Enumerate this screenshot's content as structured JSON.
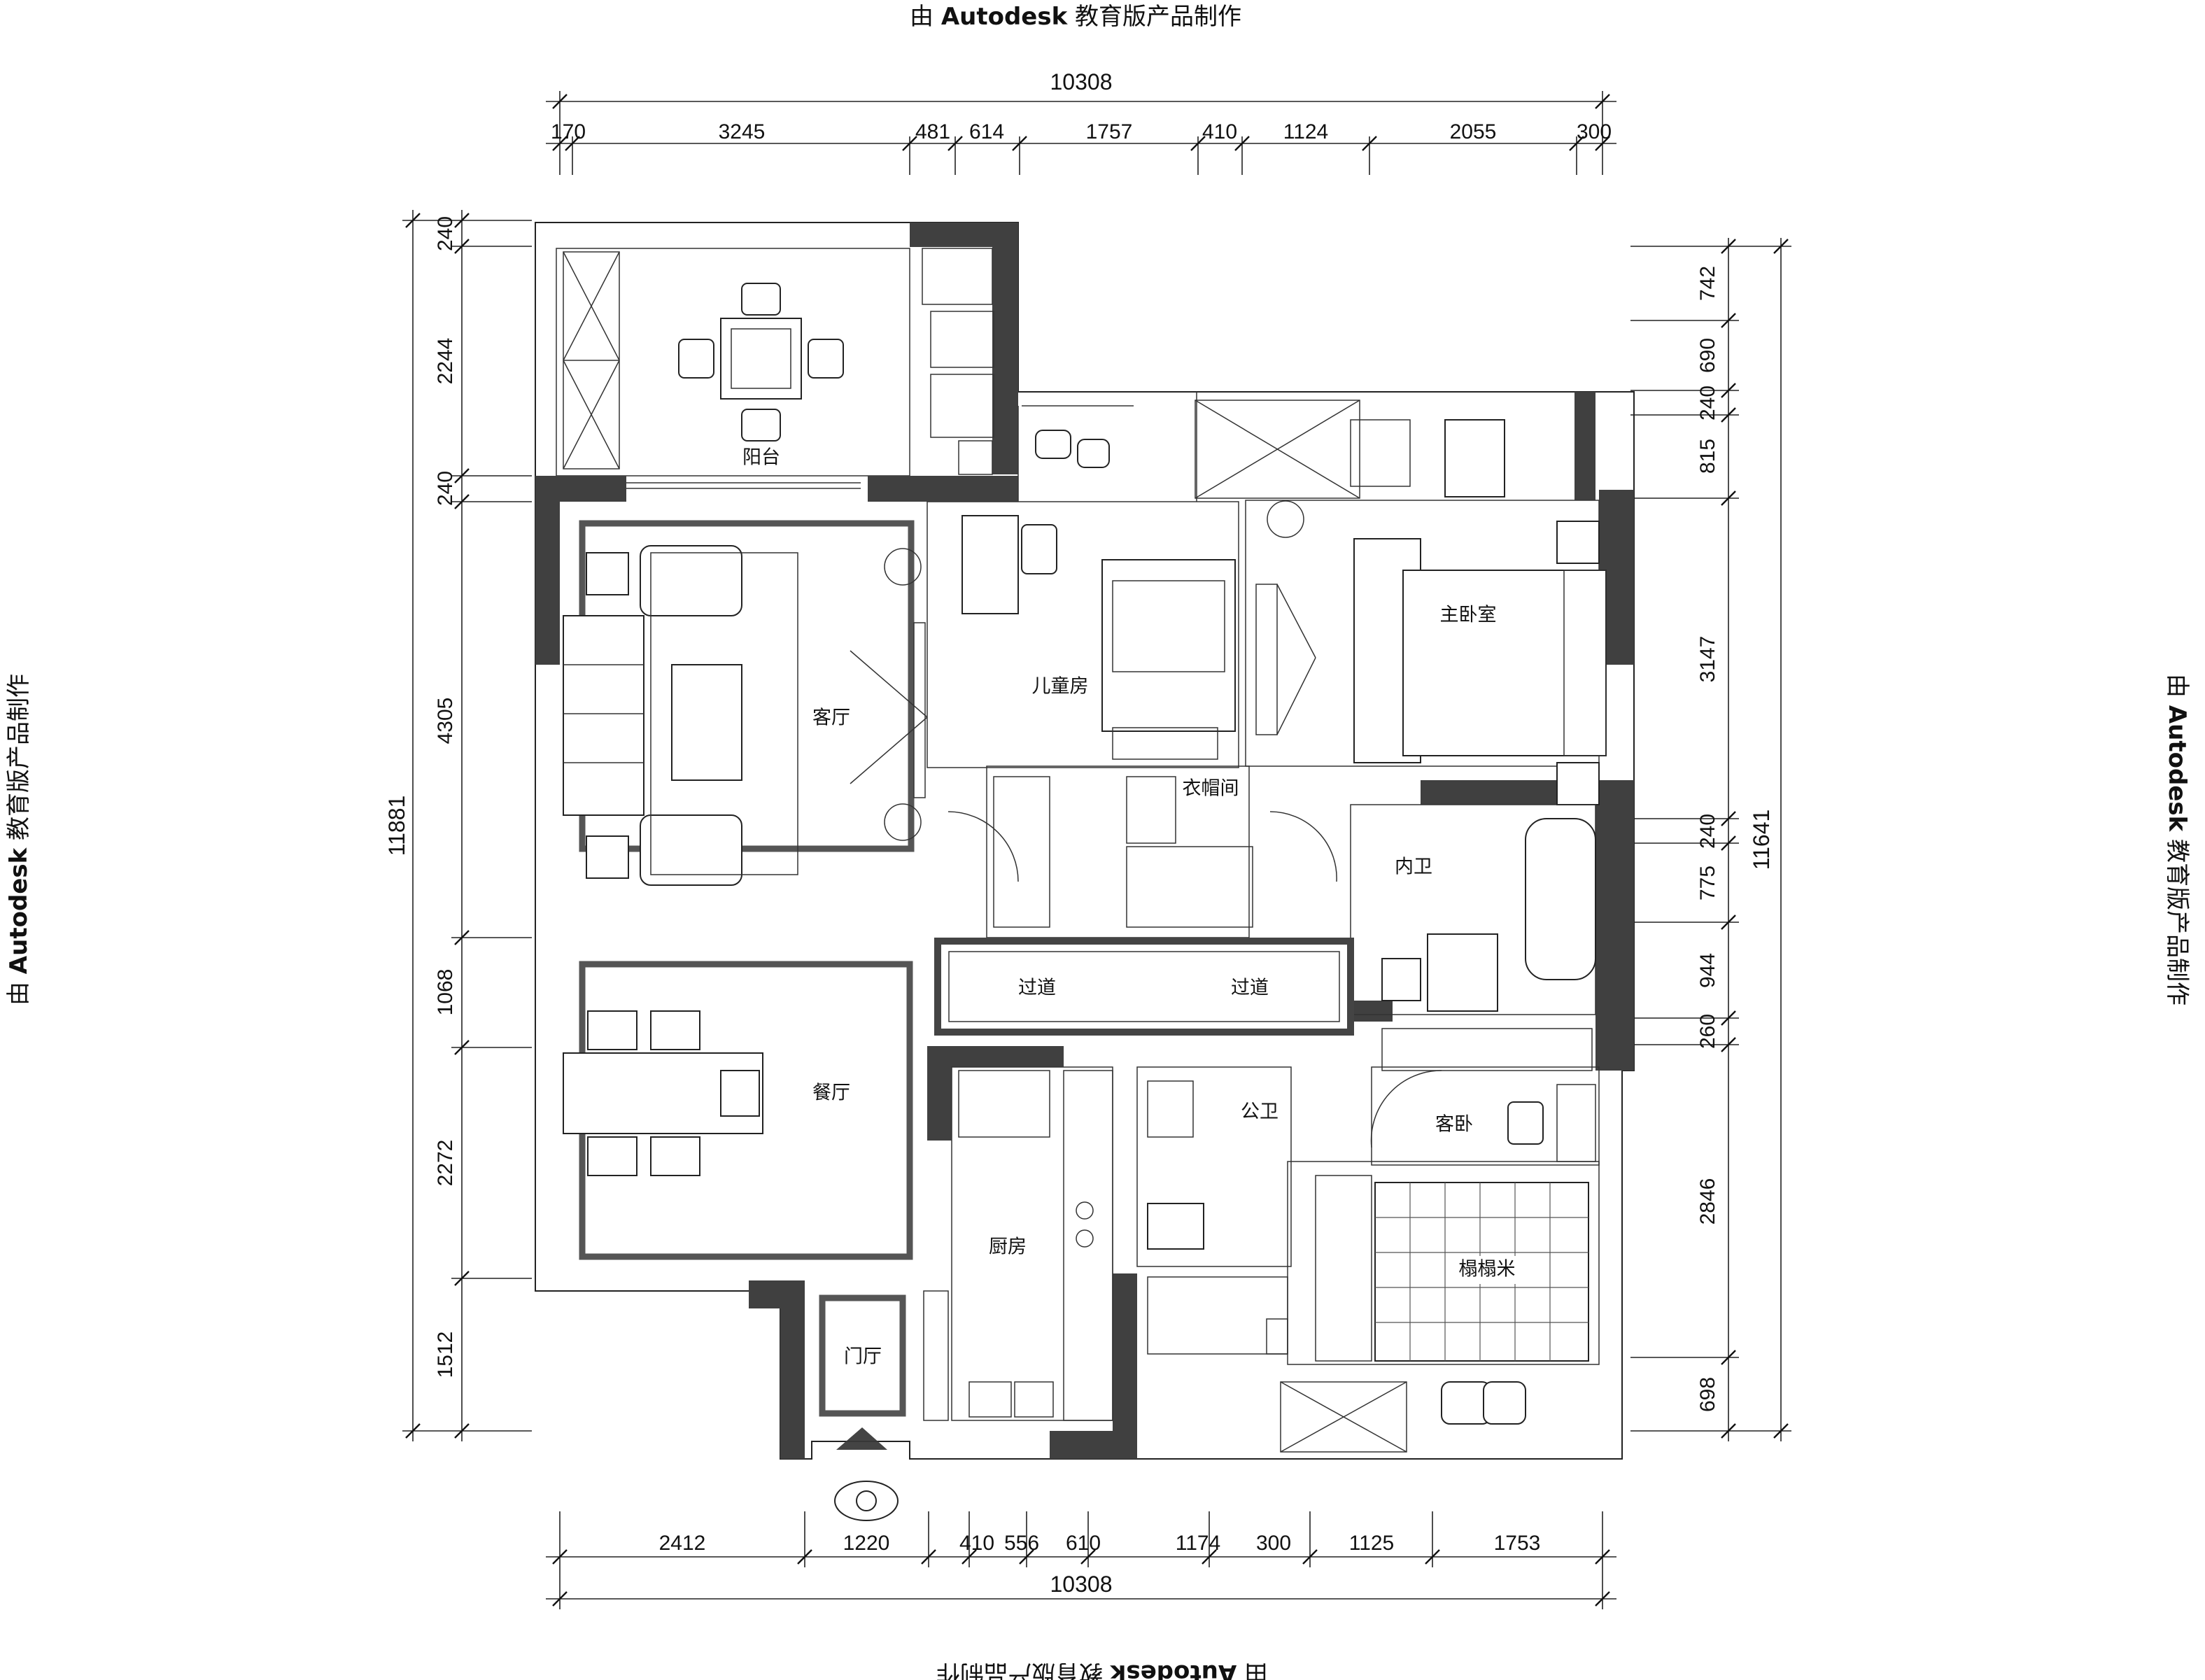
{
  "watermark": {
    "prefix": "由 ",
    "brand": "Autodesk",
    "suffix": " 教育版产品制作"
  },
  "rooms": {
    "balcony": "阳台",
    "living_room": "客厅",
    "kids_room": "儿童房",
    "cloakroom": "衣帽间",
    "master_bedroom": "主卧室",
    "ensuite_bath": "内卫",
    "corridor_1": "过道",
    "corridor_2": "过道",
    "dining_room": "餐厅",
    "public_bath": "公卫",
    "guest_room": "客卧",
    "kitchen": "厨房",
    "tatami": "榻榻米",
    "foyer": "门厅"
  },
  "dimensions": {
    "top_total": "10308",
    "top_segments": [
      "170",
      "3245",
      "481",
      "614",
      "1757",
      "410",
      "1124",
      "2055",
      "300"
    ],
    "bottom_total": "10308",
    "bottom_segments": [
      "2412",
      "1220",
      "410",
      "556",
      "610",
      "1174",
      "300",
      "1125",
      "1753"
    ],
    "left_total": "11881",
    "left_segments": [
      "240",
      "2244",
      "240",
      "4305",
      "1068",
      "2272",
      "1512"
    ],
    "right_total": "11641",
    "right_segments": [
      "742",
      "690",
      "240",
      "815",
      "3147",
      "240",
      "775",
      "944",
      "260",
      "2846",
      "698"
    ]
  },
  "icons": [
    "tree-icon",
    "chair-icon",
    "pillow-icon",
    "entry-arrow-icon",
    "person-icon"
  ]
}
